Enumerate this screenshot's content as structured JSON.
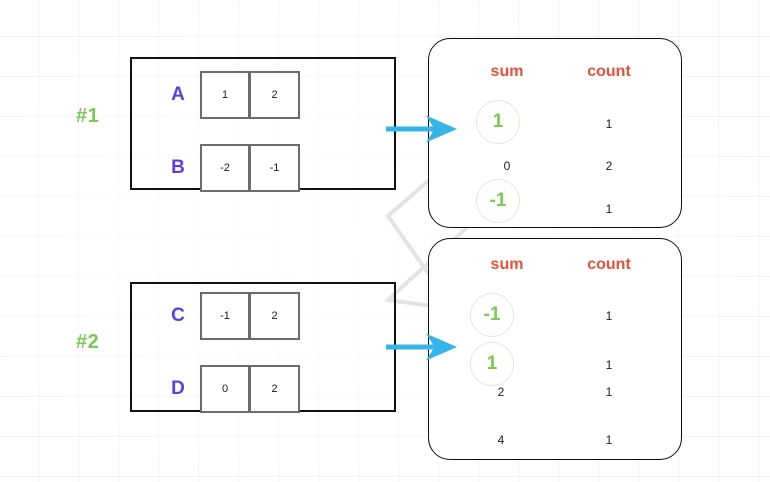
{
  "title": "Shuffle and aggregate partitions diagram",
  "colors": {
    "accent_green": "#7dc855",
    "label_purple": "#5b3ee8",
    "header_red": "#e8503a",
    "arrow_cyan": "#35b4e8",
    "connector_gray": "#e0e0e0",
    "block_border": "#111111",
    "cell_border": "#6b6b6b"
  },
  "steps": [
    {
      "label": "#1"
    },
    {
      "label": "#2"
    }
  ],
  "blocks": [
    {
      "name": "block-1",
      "rows": [
        {
          "label": "A",
          "cells": [
            "1",
            "2"
          ]
        },
        {
          "label": "B",
          "cells": [
            "-2",
            "-1"
          ]
        }
      ]
    },
    {
      "name": "block-2",
      "rows": [
        {
          "label": "C",
          "cells": [
            "-1",
            "2"
          ]
        },
        {
          "label": "D",
          "cells": [
            "0",
            "2"
          ]
        }
      ]
    }
  ],
  "panels": [
    {
      "name": "panel-top",
      "headers": {
        "sum": "sum",
        "count": "count"
      },
      "rows": [
        {
          "sum": "1",
          "count": "1",
          "highlight": true
        },
        {
          "sum": "0",
          "count": "2",
          "highlight": false
        },
        {
          "sum": "-1",
          "count": "1",
          "highlight": true
        }
      ]
    },
    {
      "name": "panel-bottom",
      "headers": {
        "sum": "sum",
        "count": "count"
      },
      "rows": [
        {
          "sum": "-1",
          "count": "1",
          "highlight": true
        },
        {
          "sum": "1",
          "count": "1",
          "highlight": true
        },
        {
          "sum": "2",
          "count": "1",
          "highlight": false
        },
        {
          "sum": "4",
          "count": "1",
          "highlight": false
        }
      ]
    }
  ],
  "arrows": [
    {
      "name": "arrow-block1-to-panel-top",
      "direction": "right"
    },
    {
      "name": "arrow-block2-to-panel-bottom",
      "direction": "right"
    }
  ],
  "connectors": [
    {
      "name": "connector-top-1-to-bottom-1",
      "from": "panel-top.row-1.sum",
      "to": "panel-bottom.row-2.sum"
    },
    {
      "name": "connector-top-neg1-to-bottom-neg1",
      "from": "panel-top.row-3.sum",
      "to": "panel-bottom.row-1.sum"
    }
  ]
}
